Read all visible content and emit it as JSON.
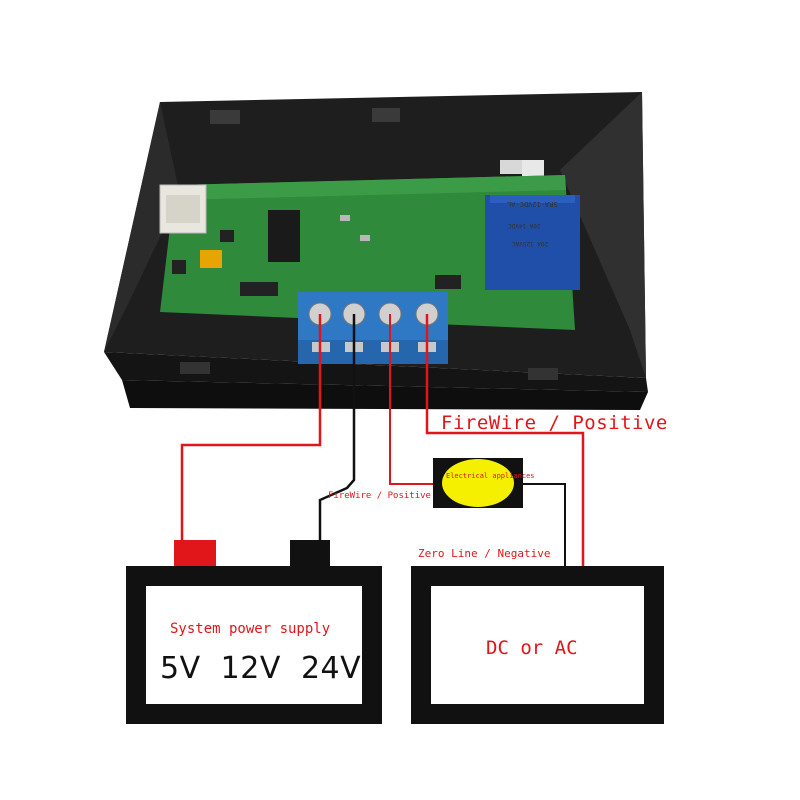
{
  "labels": {
    "firewire_positive_large": "FireWire / Positive",
    "firewire_positive_small": "FireWire / Positive",
    "zero_line_negative": "Zero Line / Negative",
    "electrical_appliances": "Electrical appliances",
    "system_power_supply": "System power supply",
    "voltages": "5V  12V  24V",
    "dc_or_ac": "DC or AC",
    "relay_model": "SRA-12VDC-AL",
    "relay_rating_1": "20A 14VDC",
    "relay_rating_2": "20A 125VAC"
  },
  "colors": {
    "wire_red": "#e0161b",
    "wire_black": "#111111",
    "pcb_green": "#2f8a3c",
    "terminal_blue": "#2f78c4",
    "relay_blue": "#1f4fa8",
    "enclosure": "#262626",
    "appliance_yellow": "#f5f000"
  }
}
